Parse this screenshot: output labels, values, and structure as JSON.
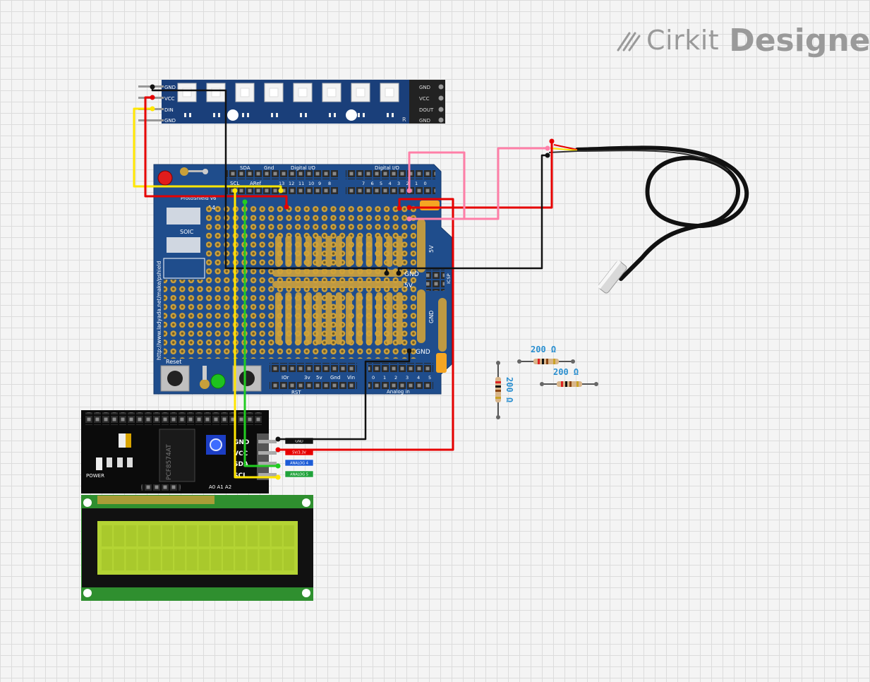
{
  "brand": {
    "name_light": "Cirkit",
    "name_bold": "Designer"
  },
  "neopixel": {
    "left_pins": [
      "GND",
      "VCC",
      "DIN",
      "GND"
    ],
    "right_pins": [
      "GND",
      "VCC",
      "DOUT",
      "GND"
    ],
    "corner_mark": "R"
  },
  "protoshield": {
    "top_labels": {
      "sda": "SDA",
      "gnd": "Gnd",
      "digital1": "Digital I/O",
      "digital2": "Digital I/O",
      "scl": "SCL",
      "aref": "ARef"
    },
    "pin_numbers_a": [
      "13",
      "12",
      "11",
      "10",
      "9",
      "8"
    ],
    "pin_numbers_b": [
      "7",
      "6",
      "5",
      "4",
      "3",
      "2",
      "1",
      "0"
    ],
    "name": "ProtoShield v6",
    "pin14": "14",
    "soic": "SOIC",
    "url": "http://www.ladyada.net/make/pshield",
    "rail_gnd_top": "GND",
    "rail_5v_top": "5V",
    "rail_5v_side": "5V",
    "rail_gnd_side": "GND",
    "rail_gnd_bottom": "GND",
    "icsp": "ICSP",
    "reset": "Reset",
    "power_labels": [
      "IOr",
      "3v",
      "5v",
      "Gnd",
      "Vin"
    ],
    "rst": "RST",
    "analog_numbers": [
      "0",
      "1",
      "2",
      "3",
      "4",
      "5"
    ],
    "analog_label": "Analog in"
  },
  "resistors": [
    {
      "label": "200 Ω"
    },
    {
      "label": "200 Ω"
    },
    {
      "label": "200 Ω"
    }
  ],
  "lcd_i2c": {
    "pins": [
      "GND",
      "VCC",
      "SDA",
      "SCL"
    ],
    "pin_tags": [
      "GND",
      "5V/3.3V",
      "ANALOG 4",
      "ANALOG 5"
    ],
    "chip": "PCF8574AT",
    "power": "POWER",
    "address": "A0 A1 A2"
  },
  "colors": {
    "shield_blue": "#1f4d8c",
    "wire_red": "#e60000",
    "wire_black": "#111111",
    "wire_yellow": "#ffe600",
    "wire_green": "#22cc22",
    "wire_pink": "#ff7fa8",
    "lcd_screen": "#b4d434"
  }
}
